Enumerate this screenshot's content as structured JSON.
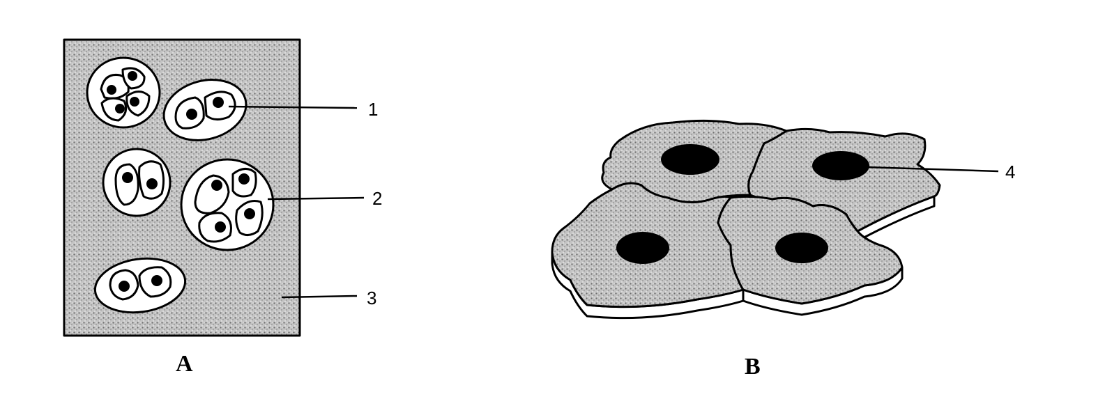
{
  "panels": [
    {
      "id": "A",
      "label": "A"
    },
    {
      "id": "B",
      "label": "B"
    }
  ],
  "callouts": [
    {
      "id": "1",
      "label": "1"
    },
    {
      "id": "2",
      "label": "2"
    },
    {
      "id": "3",
      "label": "3"
    },
    {
      "id": "4",
      "label": "4"
    }
  ],
  "colors": {
    "ink": "#000000",
    "background": "#ffffff",
    "stipple": "#bdbdbd"
  }
}
